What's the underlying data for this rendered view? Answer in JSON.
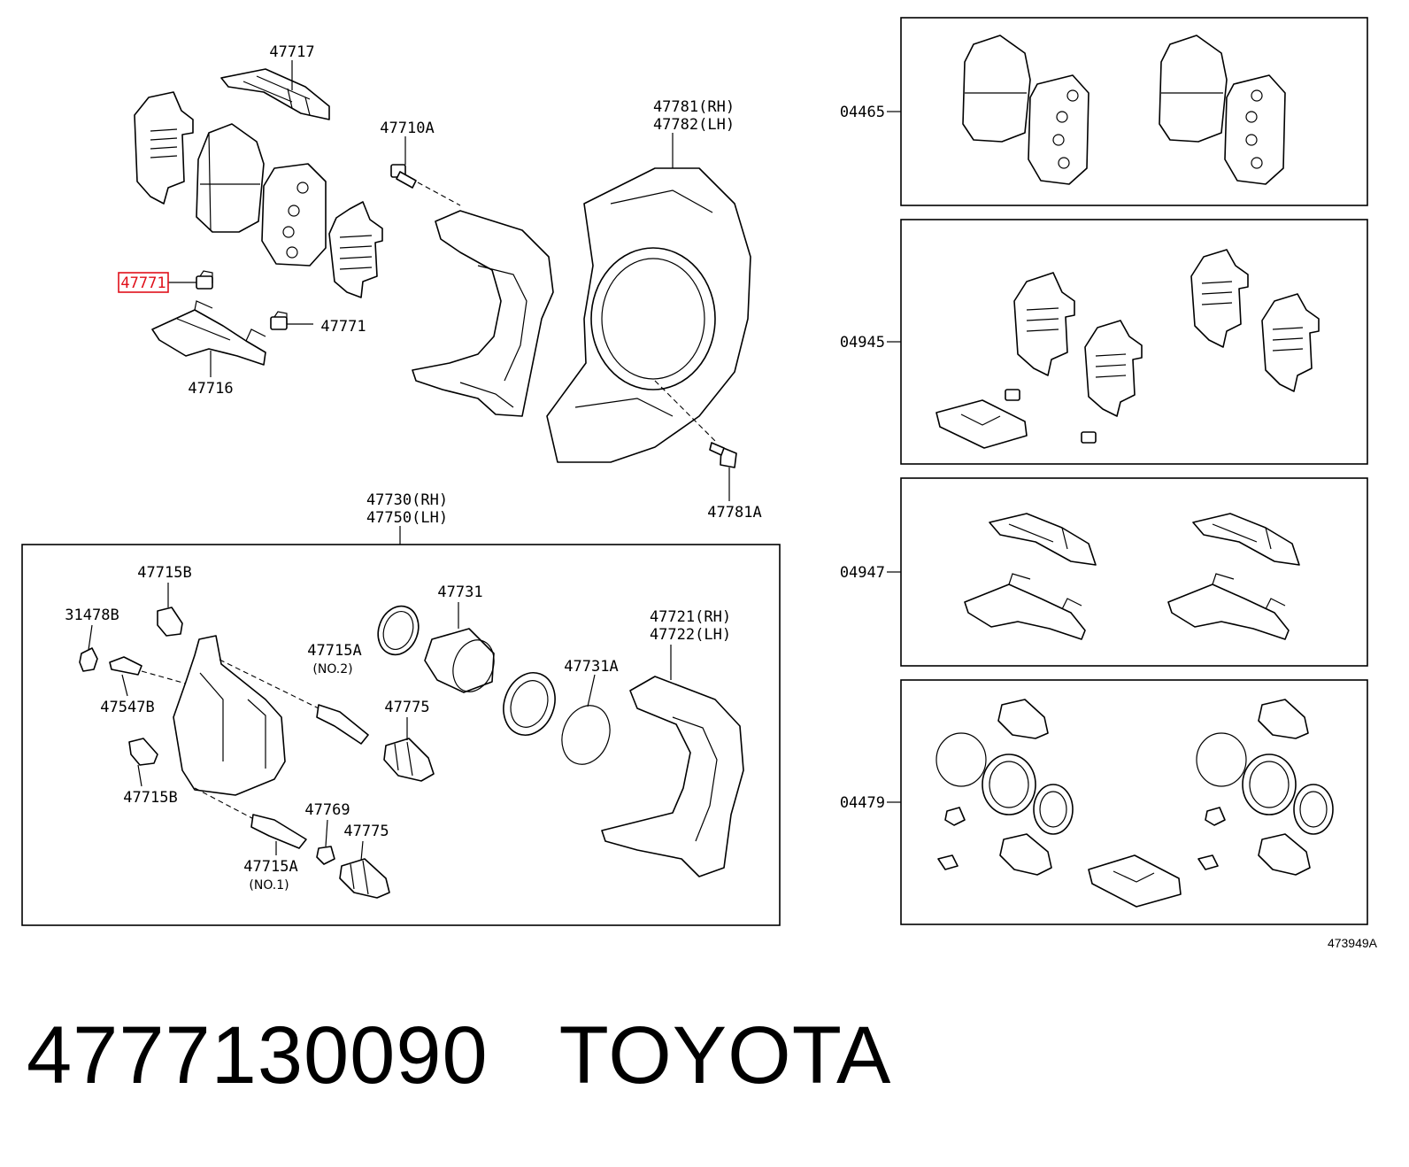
{
  "callouts": {
    "c47717": "47717",
    "c47710A": "47710A",
    "c47781": "47781(RH)",
    "c47782": "47782(LH)",
    "c47771_hl": "47771",
    "c47771": "47771",
    "c47716": "47716",
    "c47781A": "47781A",
    "c47730": "47730(RH)",
    "c47750": "47750(LH)",
    "c47715B_top": "47715B",
    "c31478B": "31478B",
    "c47731": "47731",
    "c47721": "47721(RH)",
    "c47722": "47722(LH)",
    "c47715A_top": "47715A",
    "c47715A_top_sub": "(NO.2)",
    "c47547B": "47547B",
    "c47775_top": "47775",
    "c47731A": "47731A",
    "c47715B_bot": "47715B",
    "c47769": "47769",
    "c47775_bot": "47775",
    "c47715A_bot": "47715A",
    "c47715A_bot_sub": "(NO.1)"
  },
  "kits": {
    "k04465": "04465",
    "k04945": "04945",
    "k04947": "04947",
    "k04479": "04479"
  },
  "ref_number": "473949A",
  "footer": {
    "part_number": "4777130090",
    "brand": "TOYOTA"
  },
  "highlight_color": "#e0101a"
}
